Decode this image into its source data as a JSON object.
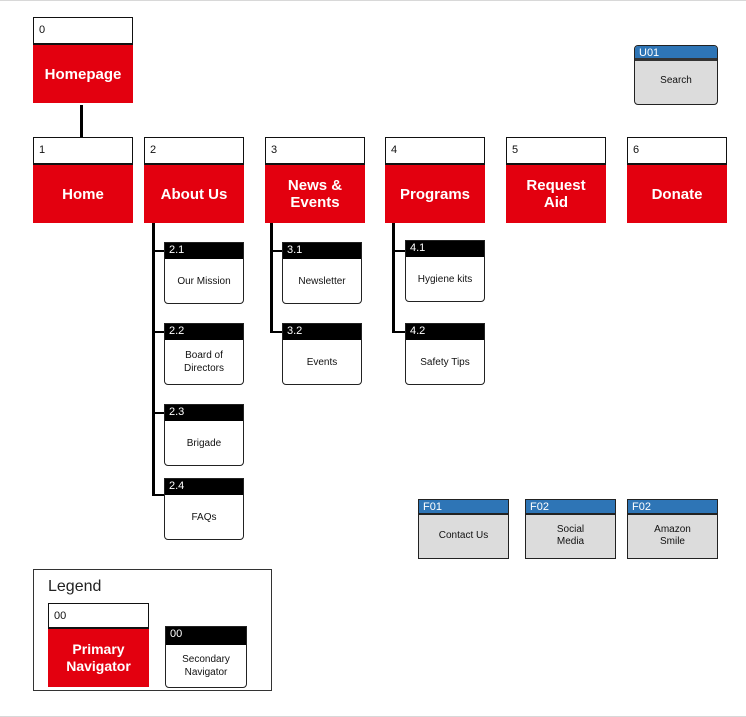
{
  "homepage": {
    "num": "0",
    "label": "Homepage"
  },
  "primary": [
    {
      "num": "1",
      "label": "Home"
    },
    {
      "num": "2",
      "label": "About Us"
    },
    {
      "num": "3",
      "label": "News & Events"
    },
    {
      "num": "4",
      "label": "Programs"
    },
    {
      "num": "5",
      "label": "Request Aid"
    },
    {
      "num": "6",
      "label": "Donate"
    }
  ],
  "secondary": {
    "about": [
      {
        "num": "2.1",
        "label": "Our Mission"
      },
      {
        "num": "2.2",
        "label": "Board of Directors"
      },
      {
        "num": "2.3",
        "label": "Brigade"
      },
      {
        "num": "2.4",
        "label": "FAQs"
      }
    ],
    "news": [
      {
        "num": "3.1",
        "label": "Newsletter"
      },
      {
        "num": "3.2",
        "label": "Events"
      }
    ],
    "programs": [
      {
        "num": "4.1",
        "label": "Hygiene kits"
      },
      {
        "num": "4.2",
        "label": "Safety Tips"
      }
    ]
  },
  "utility": {
    "num": "U01",
    "label": "Search"
  },
  "footer": [
    {
      "num": "F01",
      "label": "Contact Us"
    },
    {
      "num": "F02",
      "label": "Social Media"
    },
    {
      "num": "F02",
      "label": "Amazon Smile"
    }
  ],
  "legend": {
    "title": "Legend",
    "primary": {
      "num": "00",
      "label": "Primary Navigator"
    },
    "secondary": {
      "num": "00",
      "label": "Secondary Navigator"
    }
  }
}
